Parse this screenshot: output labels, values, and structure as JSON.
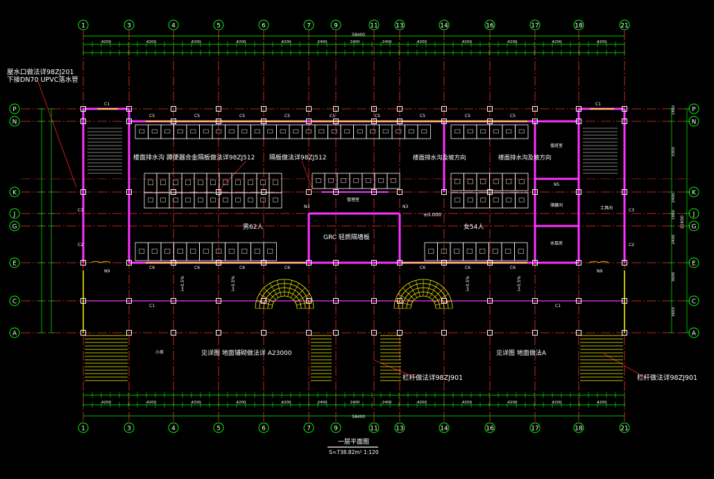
{
  "colors": {
    "background": "#000000",
    "grid_line": "#ff3030",
    "dimension": "#00ff00",
    "wall": "#ff33ff",
    "window": "#ffff00",
    "column": "#ffffff",
    "fixture": "#ffffff",
    "annotation_leader": "#ff2020",
    "label_text": "#ffffff",
    "cyan_wall": "#00ffff"
  },
  "grid_axes": {
    "vertical": [
      "1",
      "3",
      "4",
      "5",
      "6",
      "7",
      "9",
      "11",
      "13",
      "14",
      "16",
      "17",
      "18",
      "21"
    ],
    "horizontal": [
      "P",
      "N",
      "K",
      "J",
      "G",
      "E",
      "C",
      "A"
    ]
  },
  "top_dimensions": {
    "overall": "58400",
    "bays": [
      "4200",
      "4200",
      "4200",
      "4200",
      "4200",
      "2400",
      "2400",
      "2400",
      "4200",
      "4200",
      "4200",
      "4200",
      "4200"
    ]
  },
  "right_dimensions": {
    "overall": "21600",
    "bays": [
      "1800",
      "3300",
      "2400",
      "1800",
      "2400",
      "3600",
      "3600"
    ]
  },
  "labels": {
    "rain_outlet_line1": "屋水口做法详98ZJ201",
    "rain_outlet_line2": "下接DN70 UPVC落水管",
    "toilet_drain_note": "楼面排水沟 蹲便器合金隔板做法详98ZJ512",
    "toilet_partition_note": "隔板做法详98ZJ512",
    "drain_note_mid": "楼面排水沟及坡方向",
    "drain_note_right": "楼面排水沟及坡方向",
    "occupancy_left": "男62人",
    "occupancy_right": "女54人",
    "grc_note": "GRC 轻质隔墙板",
    "level_mark": "±0.000",
    "stair_note_left": "见详图   地面铺砌做法详 A23000",
    "stair_note_right": "见详图   地面做法A",
    "ramp_note_left": "栏杆做法详98ZJ901",
    "ramp_note_right": "栏杆做法详98ZJ901",
    "door_n3": "N3",
    "door_n5": "N5",
    "door_n9": "N9",
    "window_c5": "C5",
    "window_c1": "C1",
    "window_c6": "C6",
    "window_c2": "C2",
    "window_c3": "C3",
    "room_manager": "管理室",
    "room_upper_right": "值班室",
    "room_storage": "储藏间",
    "room_pump": "水泵房",
    "room_tool": "工具间",
    "room_small": "小卖",
    "floor_slope": "i=0.5%",
    "drawing_title": "一层平面图",
    "drawing_subtitle": "S=738.82m²  1:120"
  }
}
